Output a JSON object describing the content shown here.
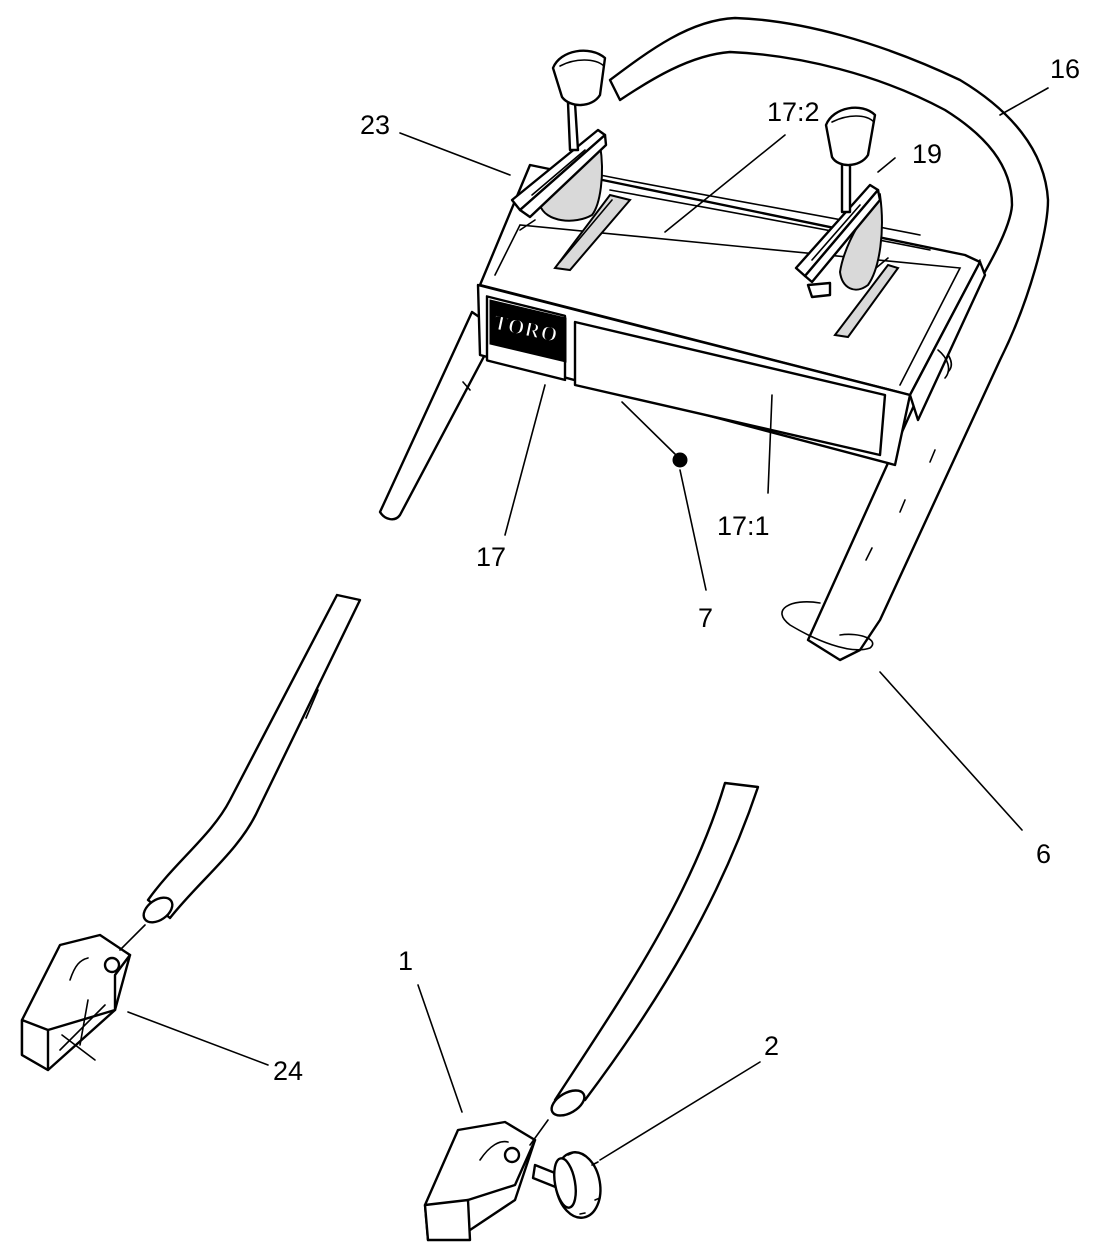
{
  "diagram": {
    "brand_label": "TORO",
    "callouts": [
      {
        "id": "16",
        "text": "16"
      },
      {
        "id": "23",
        "text": "23"
      },
      {
        "id": "17_2",
        "text": "17:2"
      },
      {
        "id": "19",
        "text": "19"
      },
      {
        "id": "17",
        "text": "17"
      },
      {
        "id": "7",
        "text": "7"
      },
      {
        "id": "17_1",
        "text": "17:1"
      },
      {
        "id": "6",
        "text": "6"
      },
      {
        "id": "1",
        "text": "1"
      },
      {
        "id": "2",
        "text": "2"
      },
      {
        "id": "24",
        "text": "24"
      }
    ]
  }
}
